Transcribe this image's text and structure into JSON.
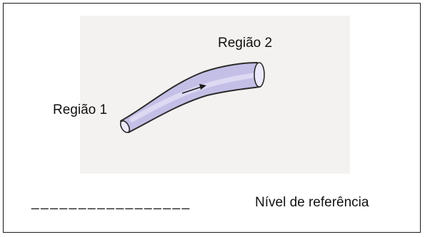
{
  "labels": {
    "region1": "Região 1",
    "region2": "Região 2",
    "reference_level": "Nível de referência"
  },
  "reference_dashes": "_________________",
  "colors": {
    "pipe_fill": "#c4bfe6",
    "pipe_outline": "#2b2b2b",
    "paper_background": "#f4f2f0",
    "border": "#1a1a1a"
  },
  "icons": {
    "flow_arrow": "arrow-right-icon"
  }
}
